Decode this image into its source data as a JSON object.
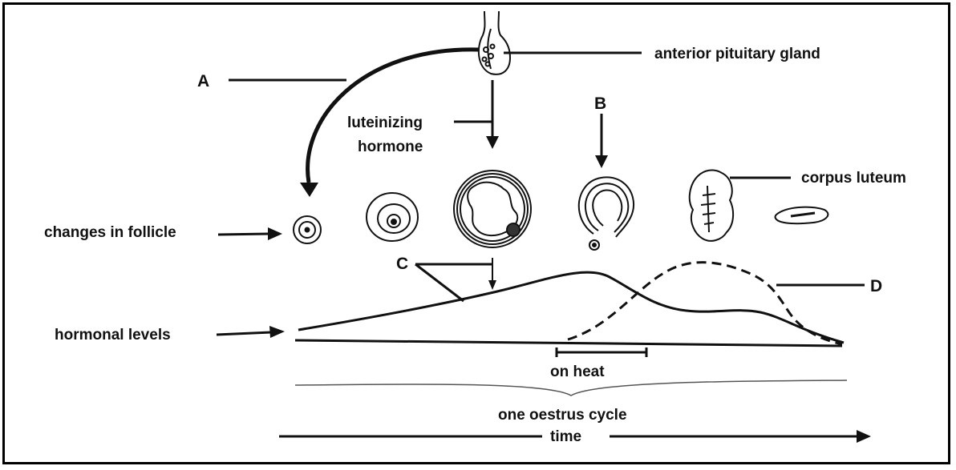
{
  "labels": {
    "pituitary": "anterior pituitary gland",
    "a": "A",
    "lh_line1": "luteinizing",
    "lh_line2": "hormone",
    "b": "B",
    "corpus_luteum": "corpus luteum",
    "follicle_changes": "changes in follicle",
    "c": "C",
    "d": "D",
    "hormonal_levels": "hormonal levels",
    "on_heat": "on heat",
    "cycle": "one oestrus cycle",
    "time": "time"
  },
  "colors": {
    "ink": "#111111",
    "background": "#ffffff"
  }
}
